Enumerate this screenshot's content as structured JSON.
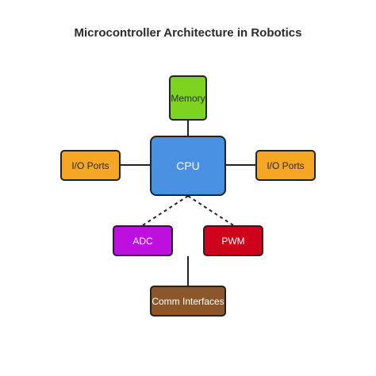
{
  "title": "Microcontroller Architecture in Robotics",
  "nodes": {
    "memory": {
      "label": "Memory",
      "color": "#7ed321"
    },
    "cpu": {
      "label": "CPU",
      "color": "#4a90e2"
    },
    "io_left": {
      "label": "I/O Ports",
      "color": "#f5a623"
    },
    "io_right": {
      "label": "I/O Ports",
      "color": "#f5a623"
    },
    "adc": {
      "label": "ADC",
      "color": "#bd10e0"
    },
    "pwm": {
      "label": "PWM",
      "color": "#d0021b"
    },
    "comm": {
      "label": "Comm Interfaces",
      "color": "#8b572a"
    }
  },
  "edges": [
    {
      "from": "cpu",
      "to": "memory",
      "style": "solid"
    },
    {
      "from": "cpu",
      "to": "io_left",
      "style": "solid"
    },
    {
      "from": "cpu",
      "to": "io_right",
      "style": "solid"
    },
    {
      "from": "cpu",
      "to": "adc",
      "style": "dashed"
    },
    {
      "from": "cpu",
      "to": "pwm",
      "style": "dashed"
    },
    {
      "from": "comm",
      "to": "adc-pwm-gap",
      "style": "solid"
    }
  ]
}
